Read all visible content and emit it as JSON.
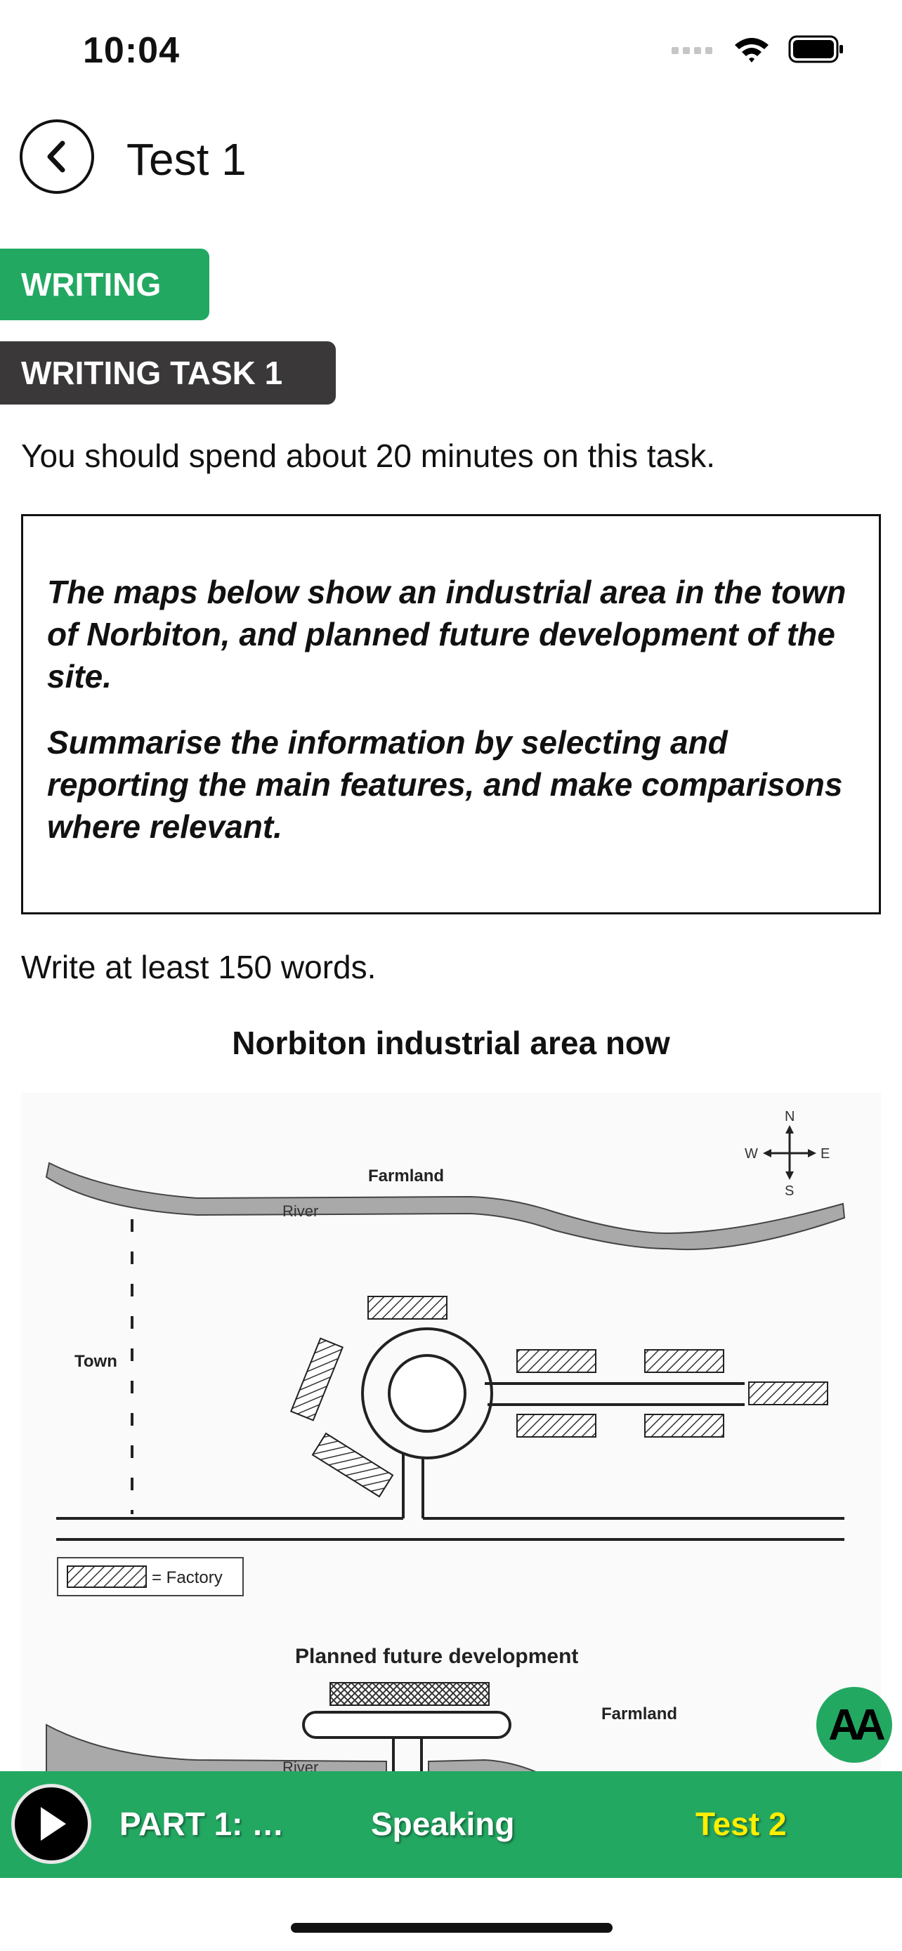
{
  "status_bar": {
    "time": "10:04",
    "icons": [
      "cellular-signal-icon",
      "wifi-icon",
      "battery-icon"
    ]
  },
  "header": {
    "back_icon": "chevron-left-icon",
    "title": "Test 1"
  },
  "section_tag": "WRITING",
  "task_tag": "WRITING TASK 1",
  "instruction": "You should spend about 20 minutes on this task.",
  "task_prompt": {
    "paragraph1": "The maps below show an industrial area in the town of Norbiton, and planned future development of the site.",
    "paragraph2": "Summarise the information by selecting and reporting the main features, and make comparisons where relevant."
  },
  "word_requirement": "Write at least 150 words.",
  "map_title": "Norbiton industrial area now",
  "map_labels": {
    "farmland": "Farmland",
    "river": "River",
    "town": "Town",
    "legend": "= Factory",
    "compass_n": "N",
    "compass_s": "S",
    "compass_e": "E",
    "compass_w": "W",
    "second_map_title": "Planned future development",
    "second_farmland": "Farmland",
    "second_river": "River"
  },
  "font_button_label": "AA",
  "bottom_bar": {
    "play_icon": "play-icon",
    "part_label": "PART 1: …",
    "speaking_label": "Speaking",
    "test2_label": "Test 2"
  },
  "colors": {
    "accent_green": "#23a862",
    "dark_tag": "#3a3838",
    "test2_yellow": "#ffef00"
  }
}
